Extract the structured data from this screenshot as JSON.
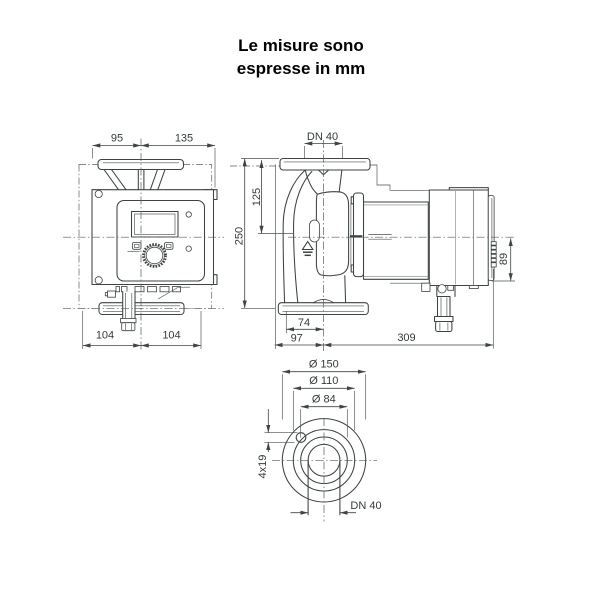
{
  "title": {
    "line1": "Le misure sono",
    "line2": "espresse in mm"
  },
  "front_view": {
    "dim_flange_left": "95",
    "dim_flange_right": "135",
    "dim_base_left": "104",
    "dim_base_right": "104"
  },
  "side_view": {
    "dim_port": "DN 40",
    "dim_flange_to_axis": "125",
    "dim_port_to_port": "250",
    "dim_axis_to_module_bottom": "89",
    "dim_volute_to_axis": "74",
    "dim_face_to_axis": "97",
    "dim_axis_to_motor_end": "309"
  },
  "flange_view": {
    "dim_outer_diameter": "Ø 150",
    "dim_bolt_circle": "Ø 110",
    "dim_raised_face": "Ø 84",
    "dim_bolt_holes": "4x19",
    "dim_nominal": "DN 40"
  },
  "colors": {
    "line": "#3d4242",
    "dim_text": "#343a3b",
    "title_text": "#000000",
    "background": "#ffffff"
  }
}
